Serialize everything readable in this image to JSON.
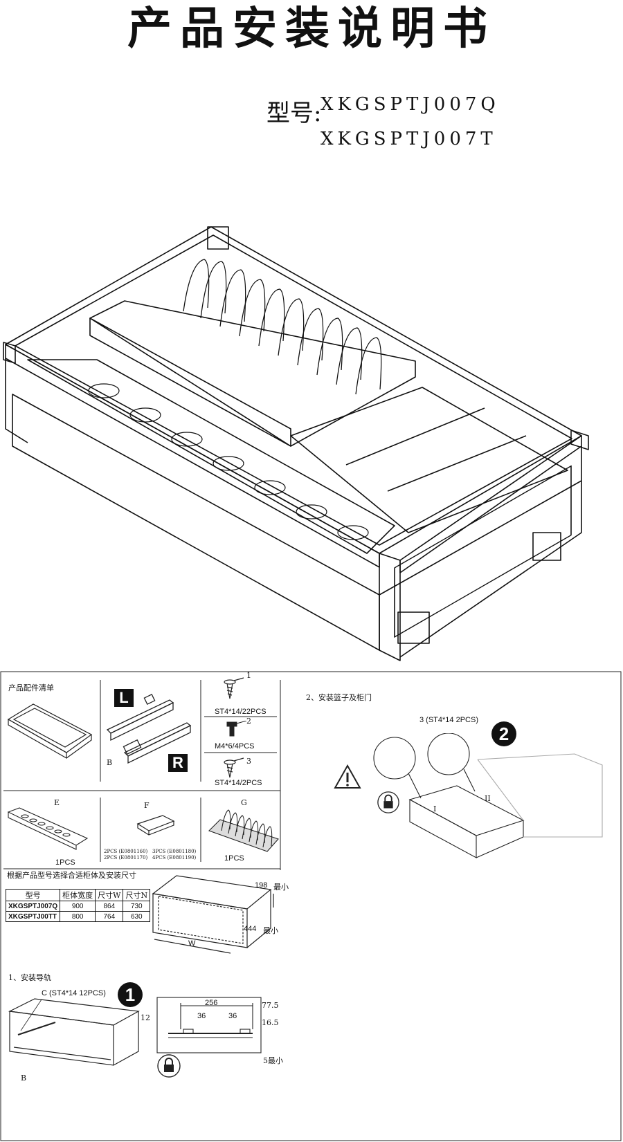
{
  "title": "产品安装说明书",
  "model": {
    "label": "型号:",
    "codes": [
      "XKGSPTJ007Q",
      "XKGSPTJ007T"
    ]
  },
  "parts": {
    "heading": "产品配件清单",
    "rails": {
      "left_badge": "L",
      "right_badge": "R",
      "callout": "B"
    },
    "screws": [
      {
        "callout": "1",
        "label": "ST4*14/22PCS"
      },
      {
        "callout": "2",
        "label": "M4*6/4PCS"
      },
      {
        "callout": "3",
        "label": "ST4*14/2PCS"
      }
    ],
    "e": {
      "callout": "E",
      "qty": "1PCS"
    },
    "f": {
      "callout": "F",
      "notes": [
        "2PCS (E0801160)",
        "2PCS (E0801170)",
        "3PCS (E0801180)",
        "4PCS (E0801190)"
      ]
    },
    "g": {
      "callout": "G",
      "qty": "1PCS"
    }
  },
  "sizing": {
    "heading": "根据产品型号选择合适柜体及安装尺寸",
    "table": {
      "headers": [
        "型号",
        "柜体宽度",
        "尺寸W",
        "尺寸N"
      ],
      "rows": [
        [
          "XKGSPTJ007Q",
          "900",
          "864",
          "730"
        ],
        [
          "XKGSPTJ00TT",
          "800",
          "764",
          "630"
        ]
      ]
    },
    "cabinet": {
      "height_dim": "198",
      "height_note": "最小",
      "depth_dim": "444",
      "depth_note": "最小",
      "width_label": "W"
    }
  },
  "step1": {
    "heading": "1、安装导轨",
    "badge": "1",
    "screw_callout": "C (ST4*14  12PCS)",
    "b_label": "B",
    "dims": {
      "d256": "256",
      "d36a": "36",
      "d36b": "36",
      "d77": "77.5",
      "d16": "16.5",
      "d12": "12",
      "bottom": "5最小"
    }
  },
  "step2": {
    "heading": "2、安装篮子及柜门",
    "badge": "2",
    "screw_callout": "3 (ST4*14  2PCS)",
    "roman1": "I",
    "roman2": "II"
  }
}
